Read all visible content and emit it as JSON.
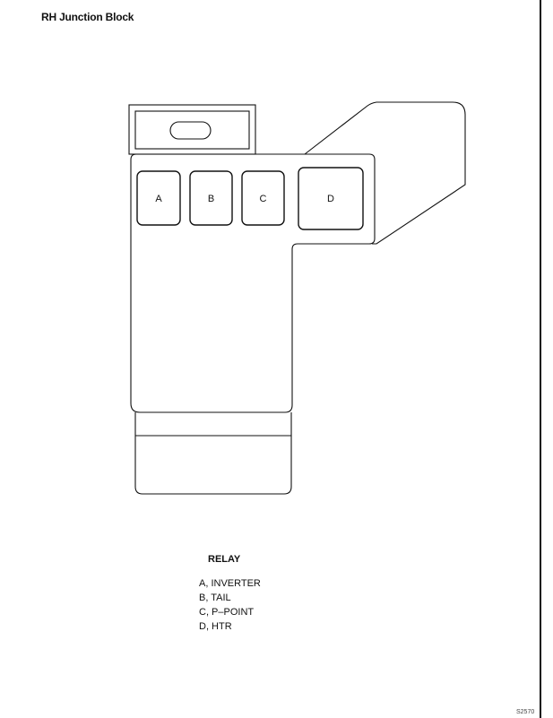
{
  "title": "RH Junction Block",
  "relays": [
    {
      "id": "A"
    },
    {
      "id": "B"
    },
    {
      "id": "C"
    },
    {
      "id": "D"
    }
  ],
  "legend": {
    "title": "RELAY",
    "items": [
      "A, INVERTER",
      "B, TAIL",
      "C, P–POINT",
      "D, HTR"
    ]
  },
  "figure_code": "S2570"
}
